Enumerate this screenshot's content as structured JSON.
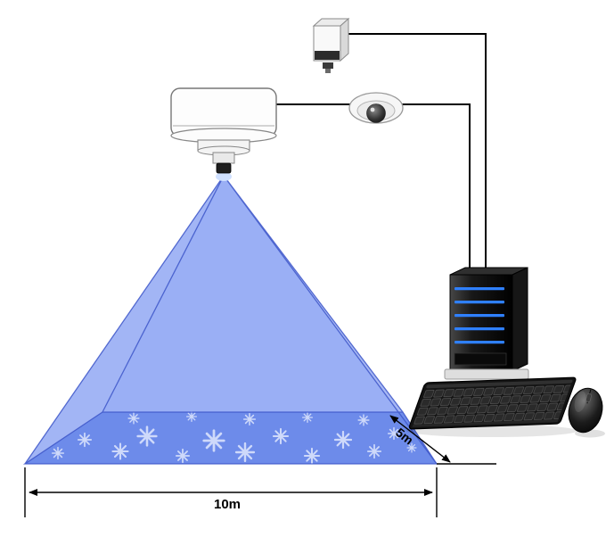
{
  "diagram": {
    "labels": {
      "width": "10m",
      "depth": "5m"
    },
    "colors": {
      "cone_front": "#8ea6f3",
      "cone_right": "#7d96ee",
      "cone_left": "#a6b8f6",
      "cone_back": "#b6c6f7",
      "cone_edge": "#3d56c9",
      "floor": "#6b89e9",
      "snowflake": "#d9e2fc",
      "led": "#2f80ff",
      "cable": "#000000",
      "dimension": "#000000"
    },
    "components": [
      "ceiling-projection-camera",
      "box-camera",
      "dome-camera",
      "projection-cone",
      "illuminated-floor",
      "computer-tower",
      "keyboard",
      "mouse",
      "width-dimension",
      "depth-dimension"
    ]
  }
}
